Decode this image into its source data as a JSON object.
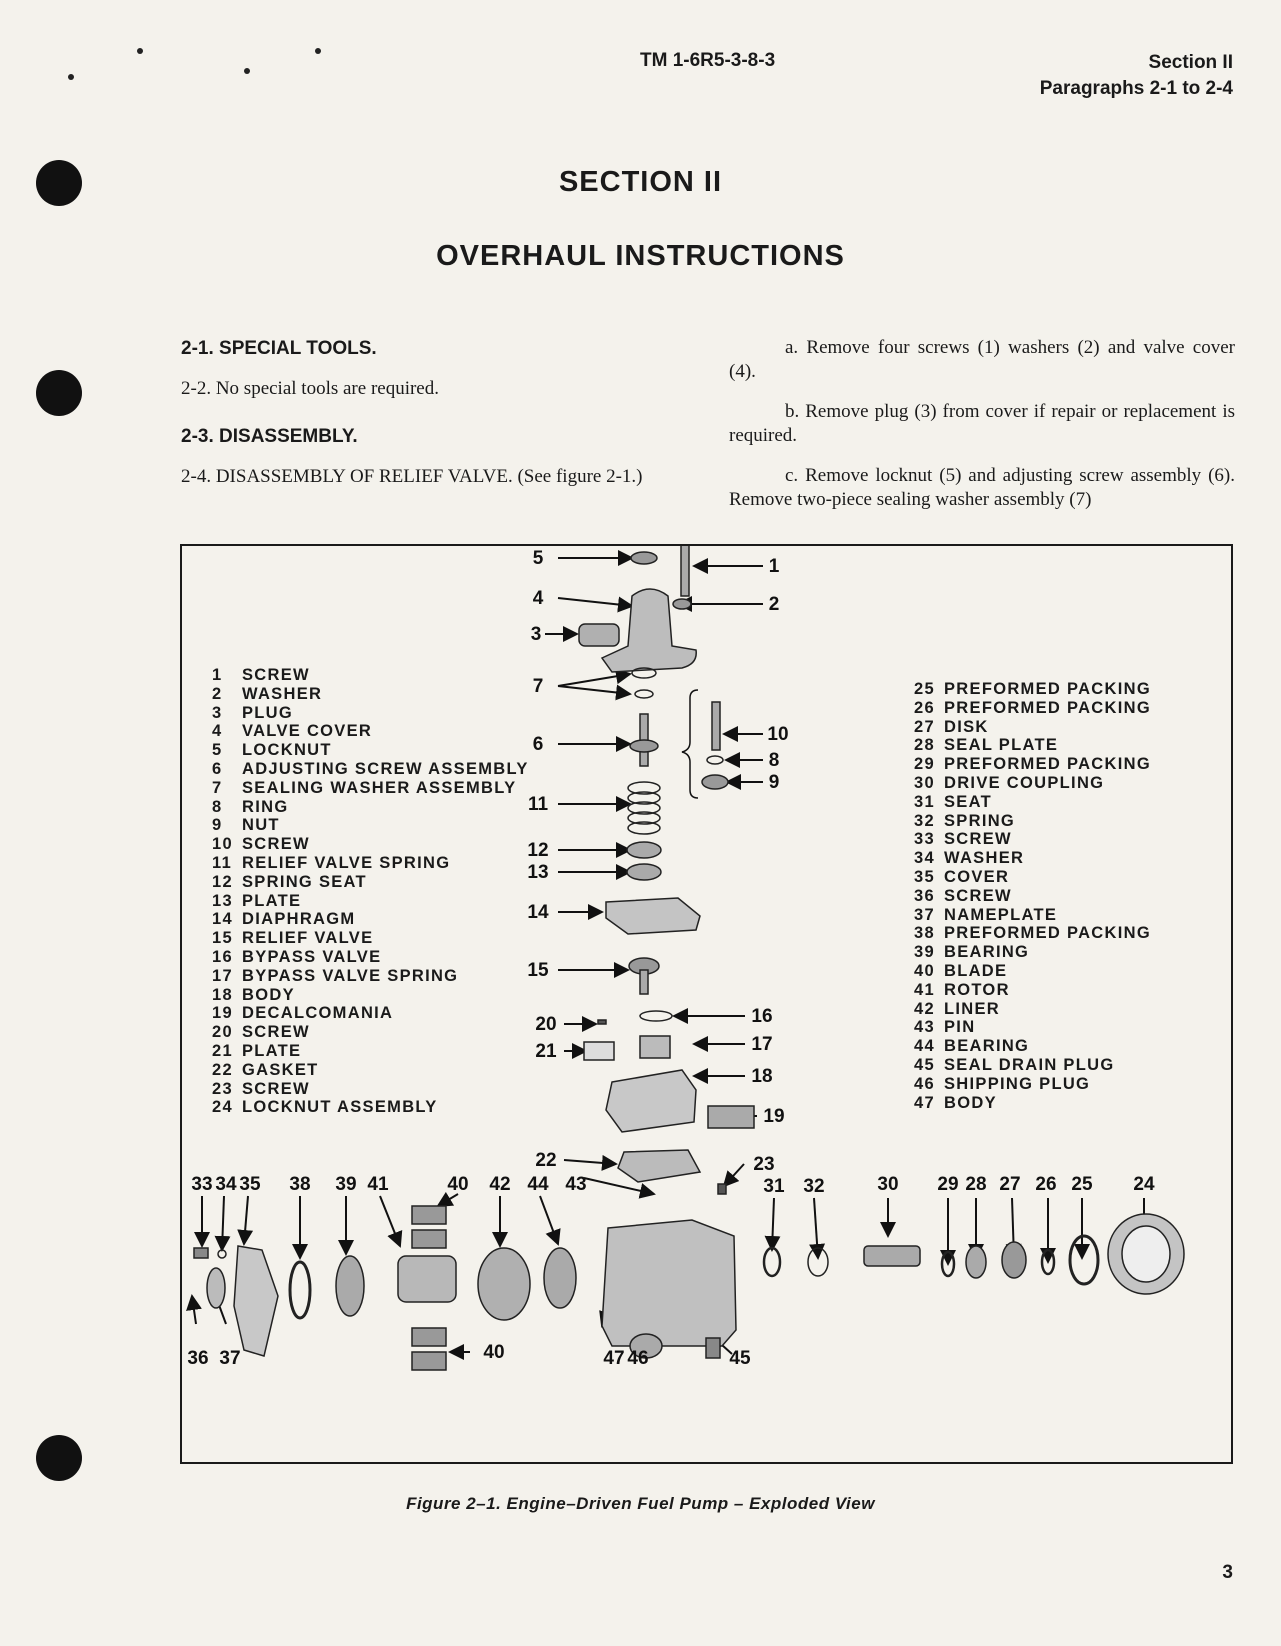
{
  "header": {
    "doc_number": "TM 1-6R5-3-8-3",
    "section": "Section II",
    "paragraphs": "Paragraphs 2-1 to 2-4"
  },
  "titles": {
    "section": "SECTION II",
    "subtitle": "OVERHAUL INSTRUCTIONS"
  },
  "left_column": {
    "p21_heading": "2-1. SPECIAL TOOLS.",
    "p22_text": "2-2. No special tools are required.",
    "p23_heading": "2-3. DISASSEMBLY.",
    "p24_text": "2-4. DISASSEMBLY OF RELIEF VALVE. (See figure 2-1.)"
  },
  "right_column": {
    "step_a": "a. Remove four screws (1) washers (2) and valve cover (4).",
    "step_b": "b. Remove plug (3) from cover if repair or replacement is required.",
    "step_c": "c. Remove locknut (5) and adjusting screw assembly (6). Remove two-piece sealing washer assembly (7)"
  },
  "legend_left": [
    {
      "num": "1",
      "name": "SCREW"
    },
    {
      "num": "2",
      "name": "WASHER"
    },
    {
      "num": "3",
      "name": "PLUG"
    },
    {
      "num": "4",
      "name": "VALVE COVER"
    },
    {
      "num": "5",
      "name": "LOCKNUT"
    },
    {
      "num": "6",
      "name": "ADJUSTING SCREW ASSEMBLY"
    },
    {
      "num": "7",
      "name": "SEALING WASHER ASSEMBLY"
    },
    {
      "num": "8",
      "name": "RING"
    },
    {
      "num": "9",
      "name": "NUT"
    },
    {
      "num": "10",
      "name": "SCREW"
    },
    {
      "num": "11",
      "name": "RELIEF VALVE SPRING"
    },
    {
      "num": "12",
      "name": "SPRING SEAT"
    },
    {
      "num": "13",
      "name": "PLATE"
    },
    {
      "num": "14",
      "name": "DIAPHRAGM"
    },
    {
      "num": "15",
      "name": "RELIEF VALVE"
    },
    {
      "num": "16",
      "name": "BYPASS VALVE"
    },
    {
      "num": "17",
      "name": "BYPASS VALVE SPRING"
    },
    {
      "num": "18",
      "name": "BODY"
    },
    {
      "num": "19",
      "name": "DECALCOMANIA"
    },
    {
      "num": "20",
      "name": "SCREW"
    },
    {
      "num": "21",
      "name": "PLATE"
    },
    {
      "num": "22",
      "name": "GASKET"
    },
    {
      "num": "23",
      "name": "SCREW"
    },
    {
      "num": "24",
      "name": "LOCKNUT ASSEMBLY"
    }
  ],
  "legend_right": [
    {
      "num": "25",
      "name": "PREFORMED PACKING"
    },
    {
      "num": "26",
      "name": "PREFORMED PACKING"
    },
    {
      "num": "27",
      "name": "DISK"
    },
    {
      "num": "28",
      "name": "SEAL PLATE"
    },
    {
      "num": "29",
      "name": "PREFORMED PACKING"
    },
    {
      "num": "30",
      "name": "DRIVE COUPLING"
    },
    {
      "num": "31",
      "name": "SEAT"
    },
    {
      "num": "32",
      "name": "SPRING"
    },
    {
      "num": "33",
      "name": "SCREW"
    },
    {
      "num": "34",
      "name": "WASHER"
    },
    {
      "num": "35",
      "name": "COVER"
    },
    {
      "num": "36",
      "name": "SCREW"
    },
    {
      "num": "37",
      "name": "NAMEPLATE"
    },
    {
      "num": "38",
      "name": "PREFORMED PACKING"
    },
    {
      "num": "39",
      "name": "BEARING"
    },
    {
      "num": "40",
      "name": "BLADE"
    },
    {
      "num": "41",
      "name": "ROTOR"
    },
    {
      "num": "42",
      "name": "LINER"
    },
    {
      "num": "43",
      "name": "PIN"
    },
    {
      "num": "44",
      "name": "BEARING"
    },
    {
      "num": "45",
      "name": "SEAL DRAIN PLUG"
    },
    {
      "num": "46",
      "name": "SHIPPING PLUG"
    },
    {
      "num": "47",
      "name": "BODY"
    }
  ],
  "callouts": {
    "c1": "1",
    "c2": "2",
    "c3": "3",
    "c4": "4",
    "c5": "5",
    "c6": "6",
    "c7": "7",
    "c8": "8",
    "c9": "9",
    "c10": "10",
    "c11": "11",
    "c12": "12",
    "c13": "13",
    "c14": "14",
    "c15": "15",
    "c16": "16",
    "c17": "17",
    "c18": "18",
    "c19": "19",
    "c20": "20",
    "c21": "21",
    "c22": "22",
    "c23": "23",
    "c24": "24",
    "c25": "25",
    "c26": "26",
    "c27": "27",
    "c28": "28",
    "c29": "29",
    "c30": "30",
    "c31": "31",
    "c32": "32",
    "c33": "33",
    "c34": "34",
    "c35": "35",
    "c36": "36",
    "c37": "37",
    "c38": "38",
    "c39": "39",
    "c40a": "40",
    "c40b": "40",
    "c41": "41",
    "c42": "42",
    "c43": "43",
    "c44": "44",
    "c45": "45",
    "c46": "46",
    "c47": "47"
  },
  "figure_caption": "Figure 2–1. Engine–Driven Fuel Pump – Exploded View",
  "page_number": "3"
}
